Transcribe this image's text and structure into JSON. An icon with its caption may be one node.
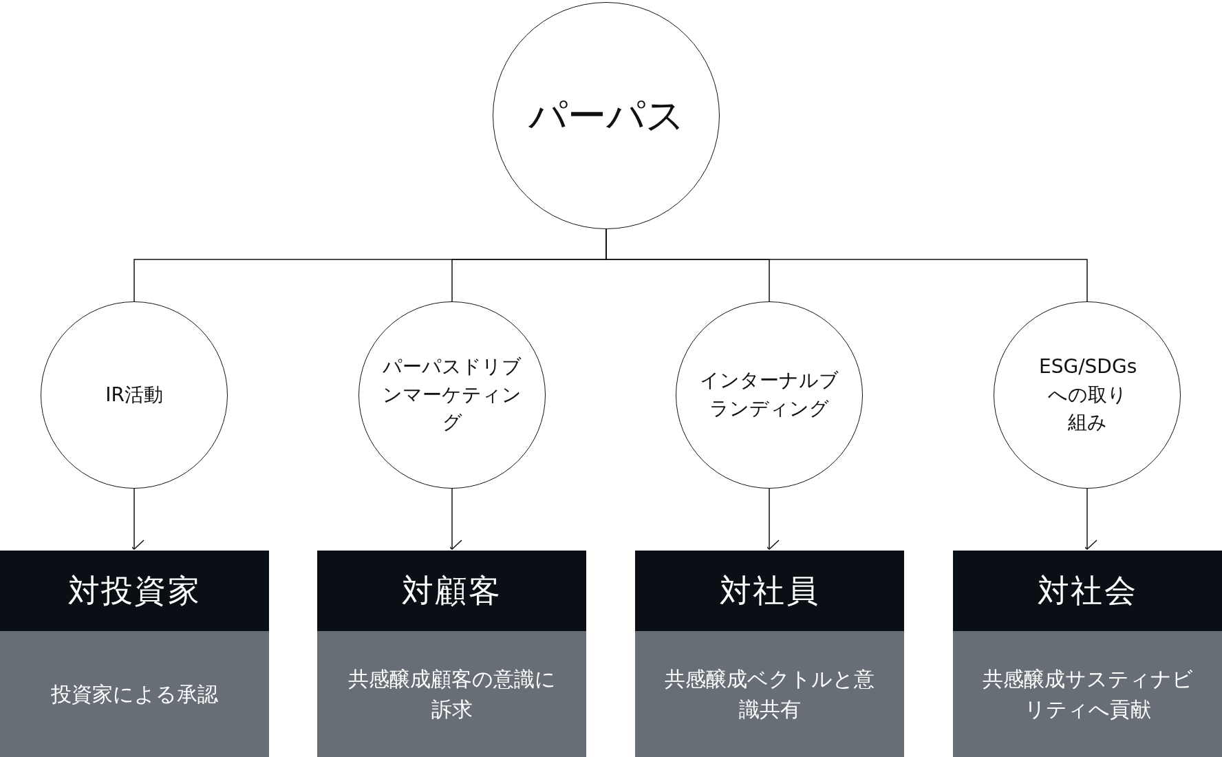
{
  "diagram": {
    "nodes": [
      {
        "text": [
          "パーパス"
        ]
      },
      {
        "text": [
          "IR活動"
        ]
      },
      {
        "text": [
          "パーパスドリブンマーケティング"
        ]
      },
      {
        "text": [
          "インターナルブランディング"
        ]
      },
      {
        "text": [
          "ESG/SDGsへの取り組み"
        ]
      },
      {
        "text": [
          "対投資家",
          "投資家による承認"
        ]
      },
      {
        "text": [
          "対顧客",
          "共感醸成顧客の意識に訴求"
        ]
      },
      {
        "text": [
          "対社員",
          "共感醸成ベクトルと意識共有"
        ]
      },
      {
        "text": [
          "対社会",
          "共感醸成サスティナビリティへ貢献"
        ]
      }
    ],
    "edges": [
      {
        "from": 0,
        "to": 1,
        "arrow": "none"
      },
      {
        "from": 0,
        "to": 2,
        "arrow": "none"
      },
      {
        "from": 0,
        "to": 3,
        "arrow": "none"
      },
      {
        "from": 0,
        "to": 4,
        "arrow": "none"
      },
      {
        "from": 1,
        "to": 5,
        "arrow": "to"
      },
      {
        "from": 2,
        "to": 6,
        "arrow": "to"
      },
      {
        "from": 3,
        "to": 7,
        "arrow": "to"
      },
      {
        "from": 4,
        "to": 8,
        "arrow": "to"
      }
    ]
  }
}
